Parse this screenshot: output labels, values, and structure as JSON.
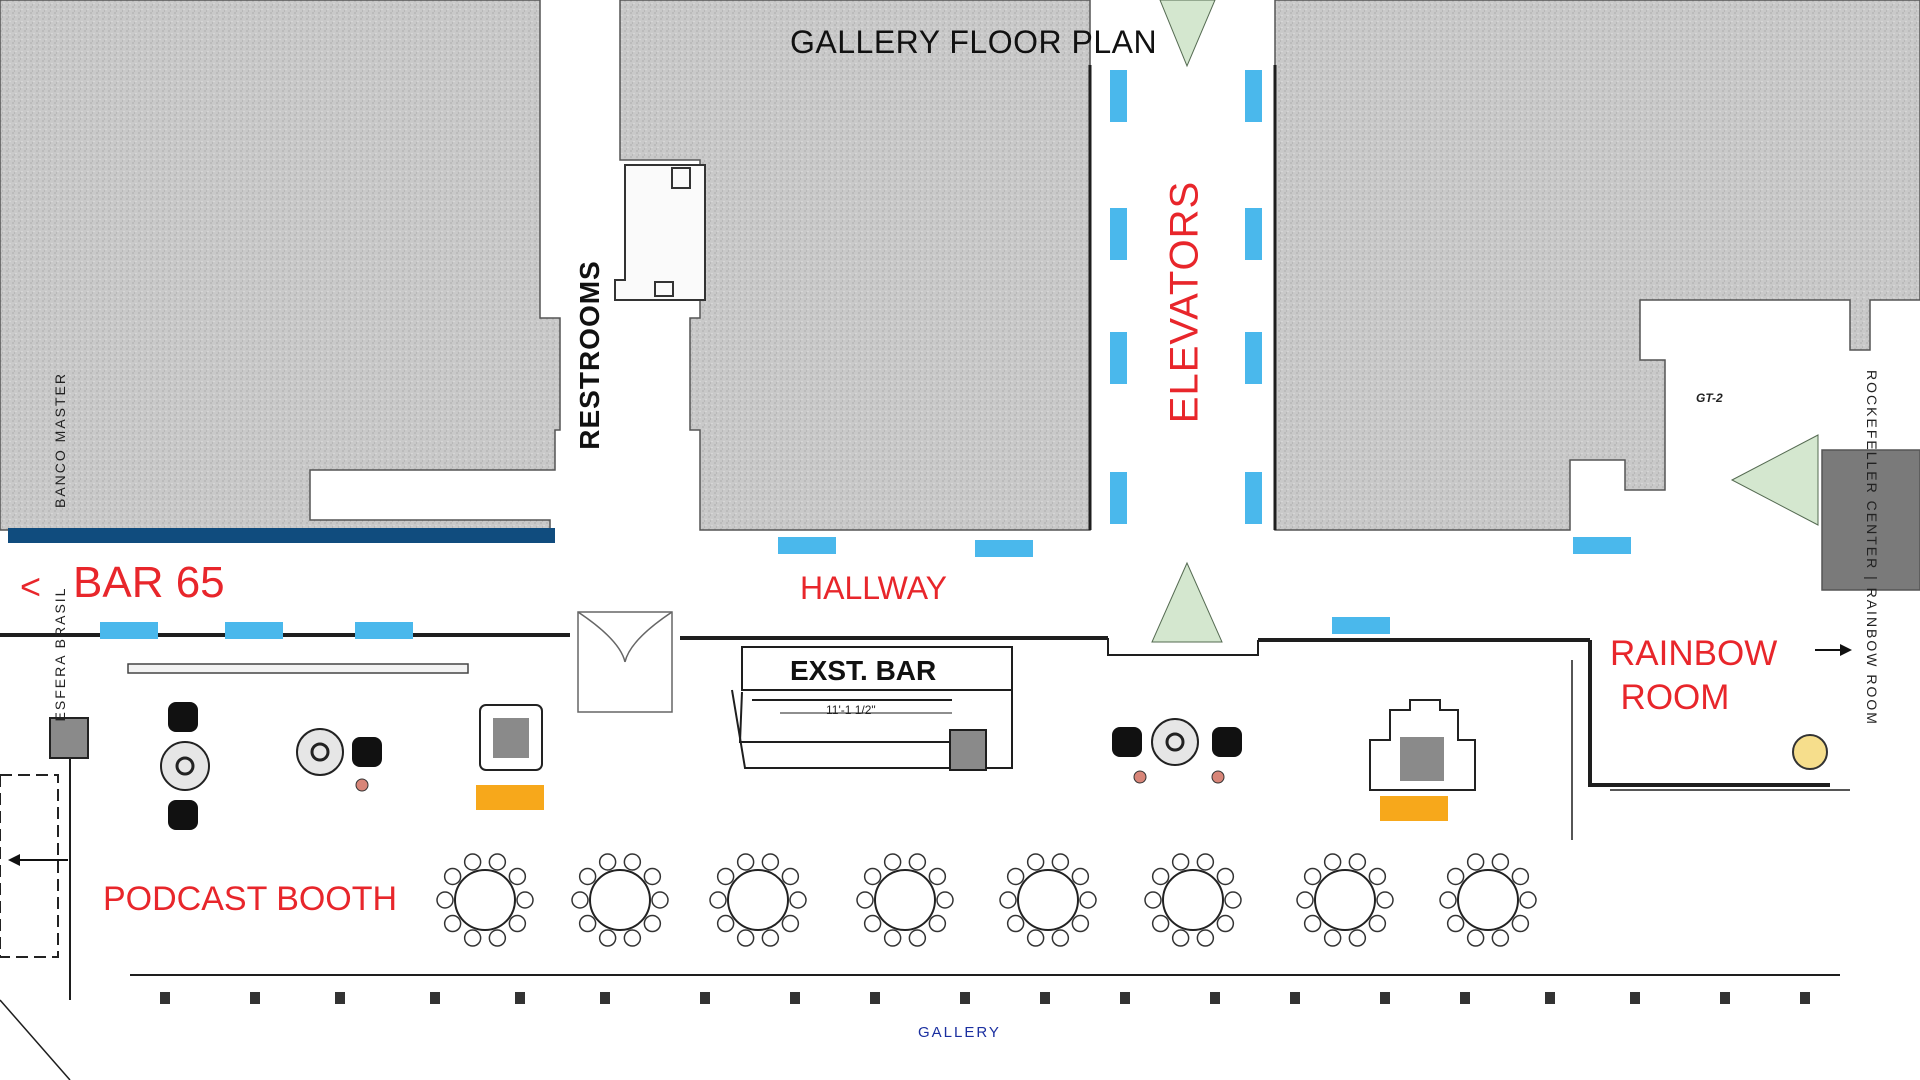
{
  "title": "GALLERY FLOOR PLAN",
  "labels": {
    "bar65_arrow": "<",
    "bar65": "BAR 65",
    "hallway": "HALLWAY",
    "elevators": "ELEVATORS",
    "restrooms": "RESTROOMS",
    "rainbow_room": "RAINBOW ROOM",
    "podcast_booth": "PODCAST BOOTH",
    "gallery": "GALLERY",
    "exst_bar": "EXST. BAR",
    "bar_dimension": "11'-1 1/2\"",
    "gt_tag": "GT-2",
    "banco_master": "BANCO MASTER",
    "esfera_brasil": "ESFERA BRASIL",
    "rockefeller": "ROCKEFELLER CENTER | RAINBOW ROOM"
  },
  "colors": {
    "label_red": "#e8262b",
    "marker_blue": "#4ab8ec",
    "banner_navy": "#104c7e",
    "triangle_green": "#d4e7cf",
    "station_orange": "#f7a81b",
    "grey_fill": "#cfcfcf",
    "dot_yellow": "#f6de8c",
    "gallery_blue": "#1a2fa0"
  },
  "icons": [
    "dining-table-icon",
    "dj-table-icon",
    "speaker-icon",
    "pedestal-icon",
    "elevator-triangle-icon",
    "arrow-icon"
  ]
}
